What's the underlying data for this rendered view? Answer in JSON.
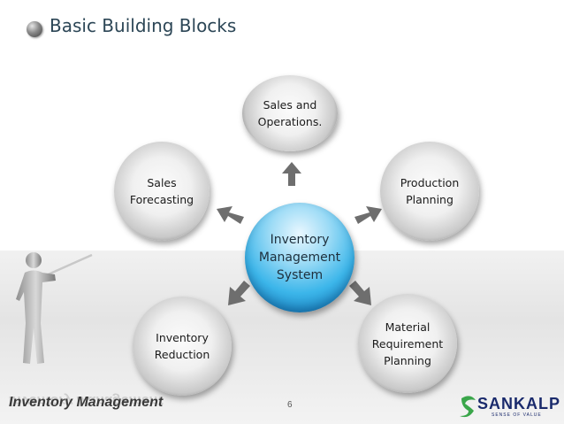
{
  "title": "Basic Building Blocks",
  "center": {
    "lines": [
      "Inventory",
      "Management",
      "System"
    ]
  },
  "nodes": {
    "top": {
      "lines": [
        "Sales and",
        "Operations."
      ]
    },
    "left": {
      "lines": [
        "Sales",
        "Forecasting"
      ]
    },
    "right": {
      "lines": [
        "Production",
        "Planning"
      ]
    },
    "bottom_left": {
      "lines": [
        "Inventory",
        "Reduction"
      ]
    },
    "bottom_right": {
      "lines": [
        "Material",
        "Requirement",
        "Planning"
      ]
    }
  },
  "footer": {
    "title": "Inventory Management",
    "page": "6"
  },
  "logo": {
    "name": "SANKALP",
    "tagline": "SENSE OF VALUE"
  },
  "colors": {
    "title": "#2c4656",
    "center": "#3cb6ea",
    "arrow": "#6e6e6e",
    "logo_green": "#3aa64a",
    "logo_navy": "#1a2a6c"
  }
}
